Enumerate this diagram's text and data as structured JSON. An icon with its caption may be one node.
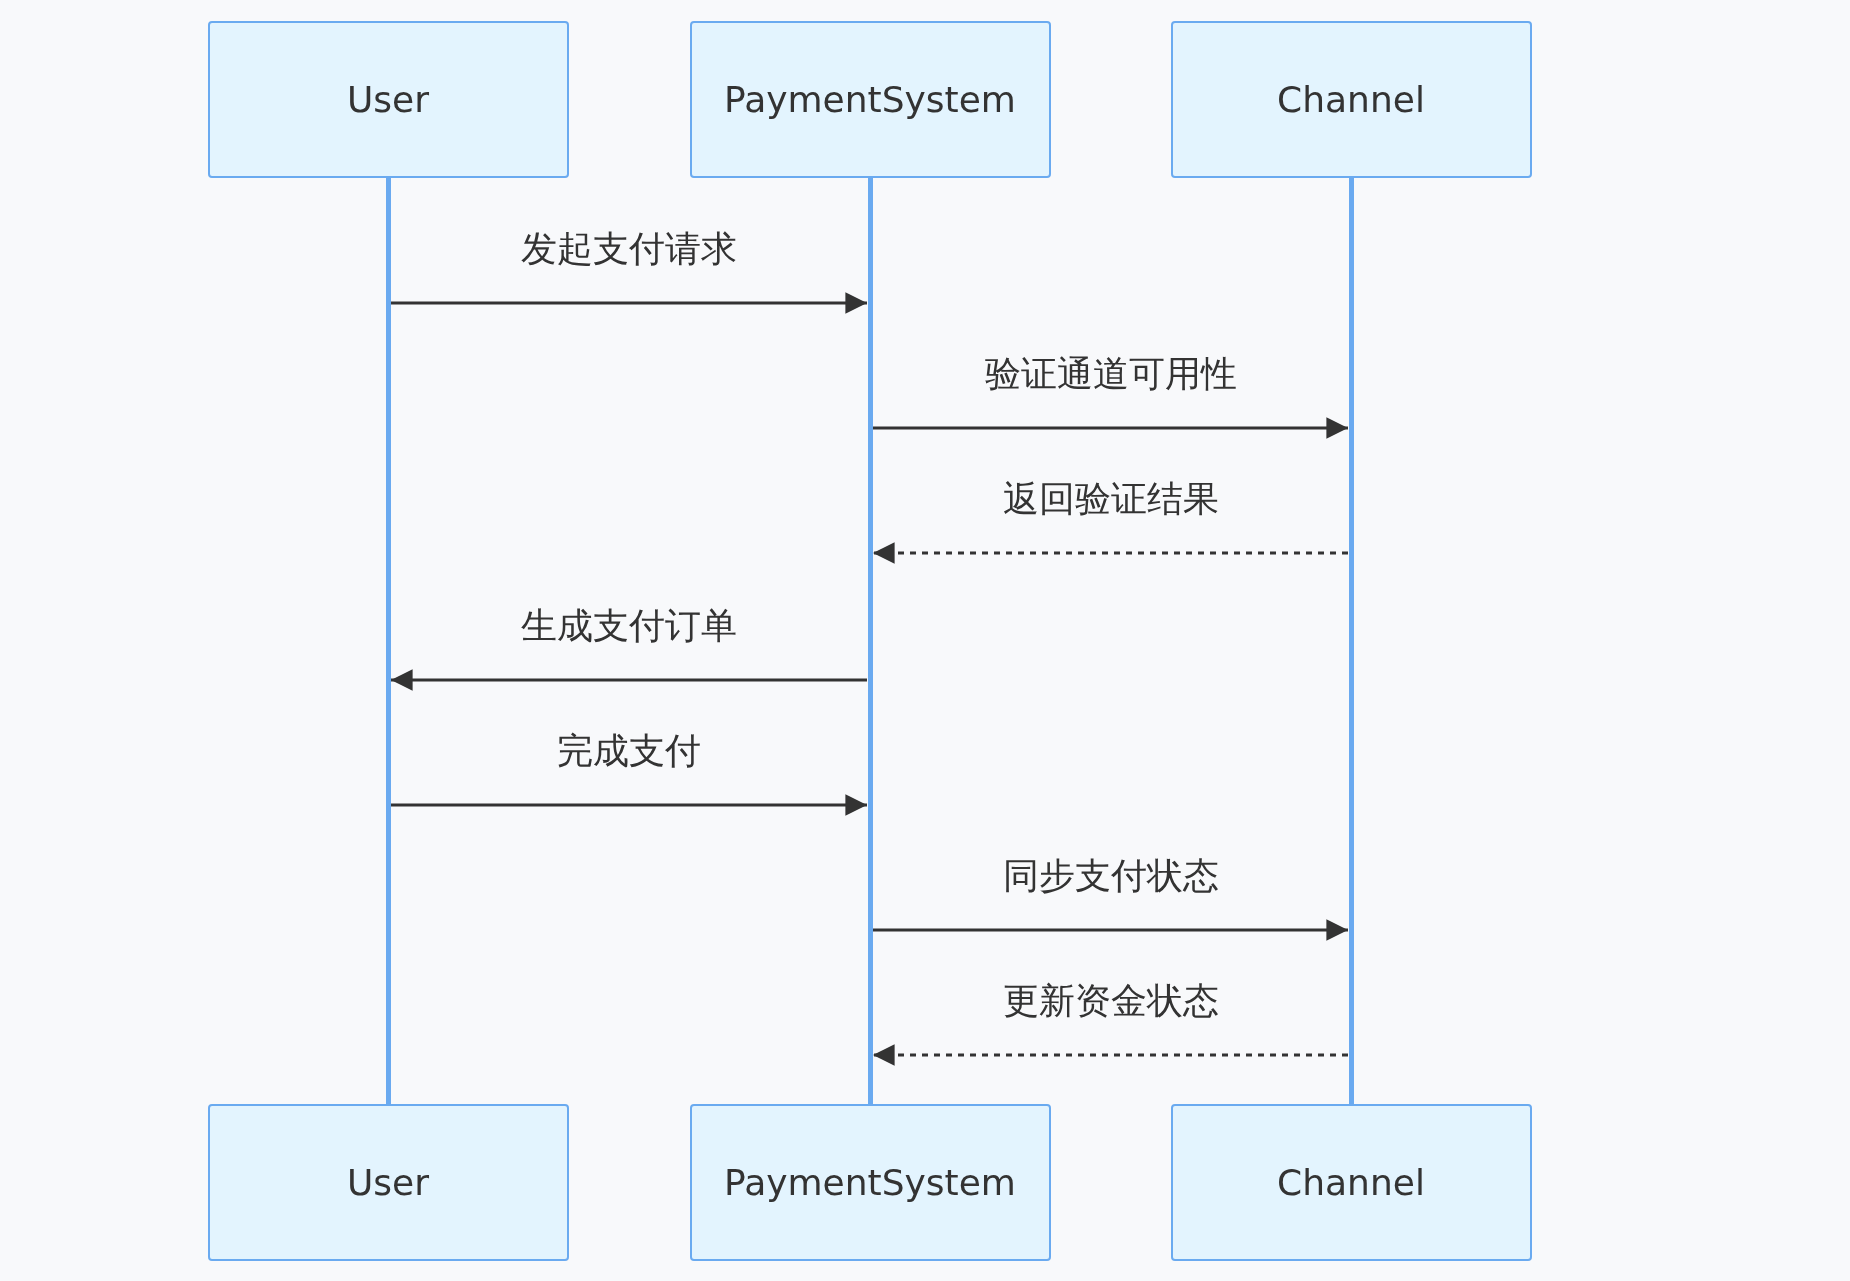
{
  "diagram": {
    "nodes": [
      {
        "text": [
          "User"
        ]
      },
      {
        "text": [
          "PaymentSystem"
        ]
      },
      {
        "text": [
          "Channel"
        ]
      },
      {
        "text": [],
        "shape": "bar"
      },
      {
        "text": [],
        "shape": "bar"
      },
      {
        "text": [],
        "shape": "bar"
      },
      {
        "text": [
          "User"
        ]
      },
      {
        "text": [
          "PaymentSystem"
        ]
      },
      {
        "text": [
          "Channel"
        ]
      }
    ],
    "edges": [
      {
        "from": 3,
        "to": 4,
        "arrow": "to",
        "label": "发起支付请求"
      },
      {
        "from": 4,
        "to": 5,
        "arrow": "to",
        "label": "验证通道可用性"
      },
      {
        "from": 5,
        "to": 4,
        "arrow": "to",
        "label": "返回验证结果",
        "style": "dashed"
      },
      {
        "from": 4,
        "to": 3,
        "arrow": "to",
        "label": "生成支付订单"
      },
      {
        "from": 3,
        "to": 4,
        "arrow": "to",
        "label": "完成支付"
      },
      {
        "from": 4,
        "to": 5,
        "arrow": "to",
        "label": "同步支付状态"
      },
      {
        "from": 5,
        "to": 4,
        "arrow": "to",
        "label": "更新资金状态",
        "style": "dashed"
      }
    ]
  }
}
